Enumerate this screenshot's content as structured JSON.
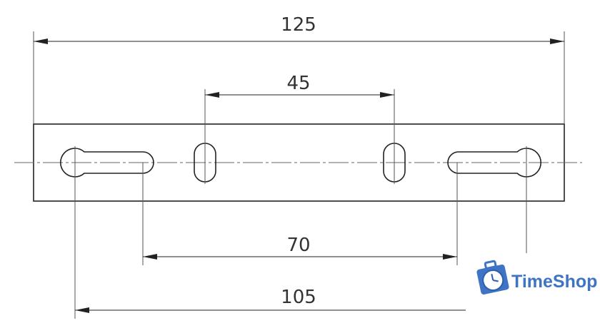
{
  "dimensions": {
    "overall_length": "125",
    "inner_slot_spacing": "45",
    "keyhole_slot_ends": "70",
    "keyhole_centers": "105"
  },
  "logo": {
    "text": "TimeShop",
    "color": "#3f73c4"
  },
  "colors": {
    "line": "#222222",
    "thin": "#555555"
  }
}
